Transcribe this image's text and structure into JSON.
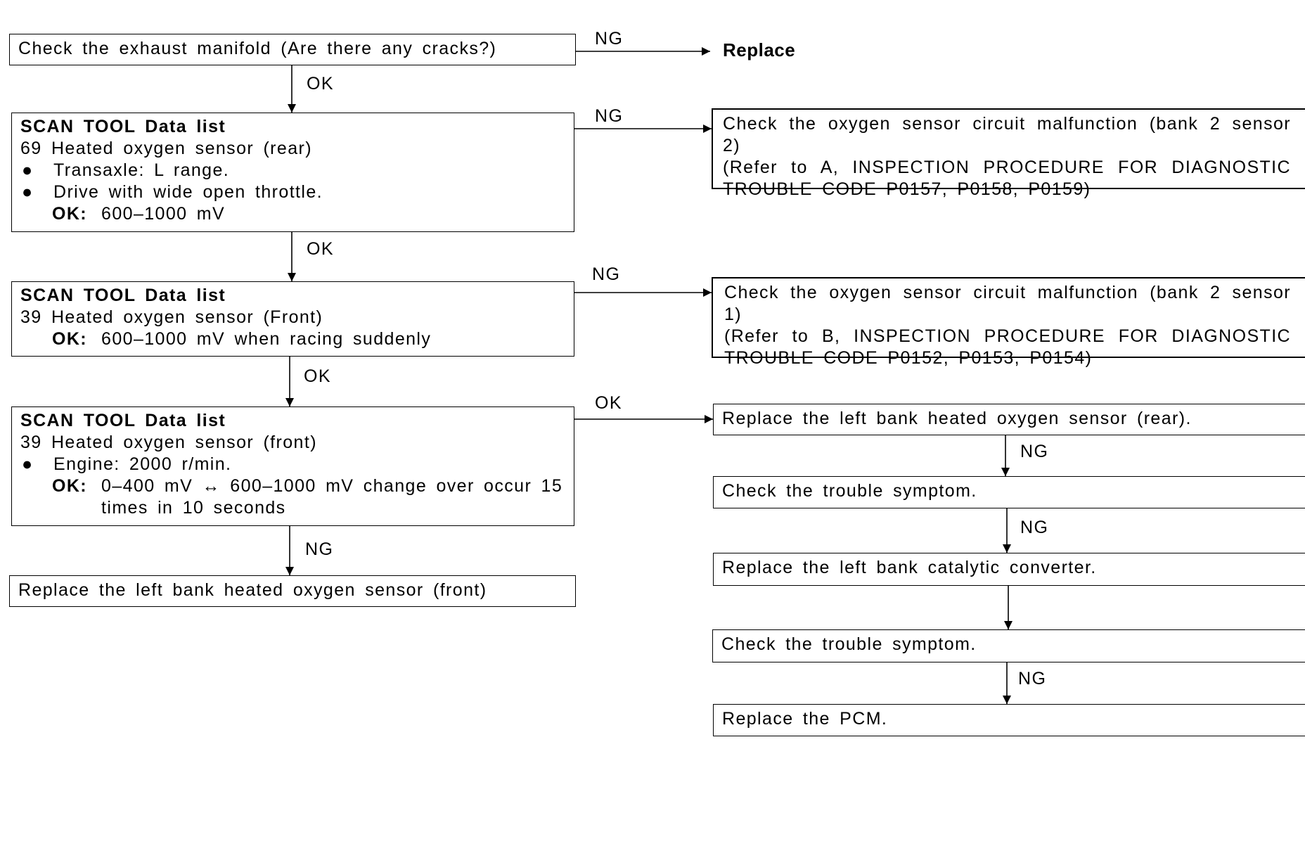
{
  "labels": {
    "ok": "OK",
    "ng": "NG"
  },
  "step1": {
    "text": "Check the exhaust manifold (Are there any cracks?)"
  },
  "replace_label": "Replace",
  "step2": {
    "title": "SCAN TOOL Data list",
    "line1": "69 Heated oxygen sensor (rear)",
    "bullet1": "Transaxle: L range.",
    "bullet2": "Drive with wide open throttle.",
    "ok_label": "OK:",
    "ok_value": "600–1000 mV"
  },
  "result2": {
    "line1": "Check the oxygen sensor circuit malfunction (bank 2 sensor 2)",
    "line2": "(Refer to A, INSPECTION PROCEDURE FOR DIAGNOSTIC",
    "line3": "TROUBLE CODE P0157, P0158, P0159)"
  },
  "step3": {
    "title": "SCAN TOOL Data list",
    "line1": "39 Heated oxygen sensor (Front)",
    "ok_label": "OK:",
    "ok_value": "600–1000 mV when racing suddenly"
  },
  "result3": {
    "line1": "Check the oxygen sensor circuit malfunction (bank 2 sensor 1)",
    "line2": "(Refer to B, INSPECTION PROCEDURE FOR DIAGNOSTIC",
    "line3": "TROUBLE CODE P0152, P0153, P0154)"
  },
  "step4": {
    "title": "SCAN TOOL Data list",
    "line1": "39 Heated oxygen sensor (front)",
    "bullet1": "Engine: 2000 r/min.",
    "ok_label": "OK:",
    "ok_value": "0–400 mV ↔ 600–1000 mV change over occur 15 times in 10 seconds"
  },
  "step5": {
    "text": "Replace the left bank heated oxygen sensor (front)"
  },
  "right_chain": {
    "r1": "Replace the left bank heated oxygen sensor (rear).",
    "r2": "Check the trouble symptom.",
    "r3": "Replace the left bank catalytic converter.",
    "r4": "Check the trouble symptom.",
    "r5": "Replace the PCM."
  }
}
